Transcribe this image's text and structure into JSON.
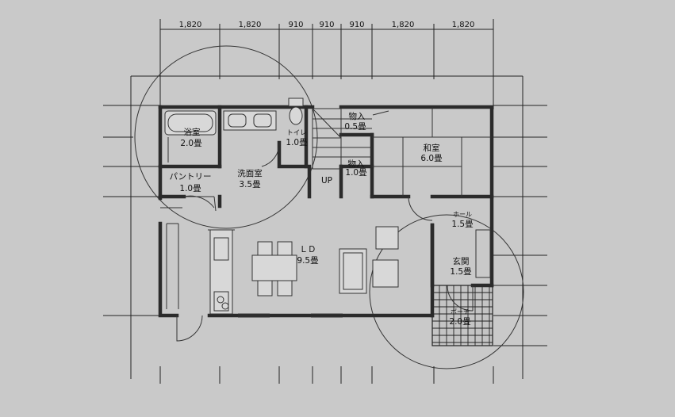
{
  "dimensions": [
    "1,820",
    "1,820",
    "910",
    "910",
    "910",
    "1,820",
    "1,820"
  ],
  "rooms": {
    "bath": {
      "name": "浴室",
      "size": "2.0畳"
    },
    "toilet": {
      "name": "トイレ",
      "size": "1.0畳"
    },
    "washroom": {
      "name": "洗面室",
      "size": "3.5畳"
    },
    "pantry": {
      "name": "パントリー",
      "size": "1.0畳"
    },
    "closet_upper": {
      "name": "物入",
      "size": "0.5畳"
    },
    "closet_lower": {
      "name": "物入",
      "size": "1.0畳"
    },
    "washitsu": {
      "name": "和室",
      "size": "6.0畳"
    },
    "hall": {
      "name": "ホール",
      "size": "1.5畳"
    },
    "ld": {
      "name": "ＬＤ",
      "size": "9.5畳"
    },
    "entrance": {
      "name": "玄関",
      "size": "1.5畳"
    },
    "porch": {
      "name": "ポーチ",
      "size": "2.0畳"
    }
  },
  "stair_label": "UP"
}
